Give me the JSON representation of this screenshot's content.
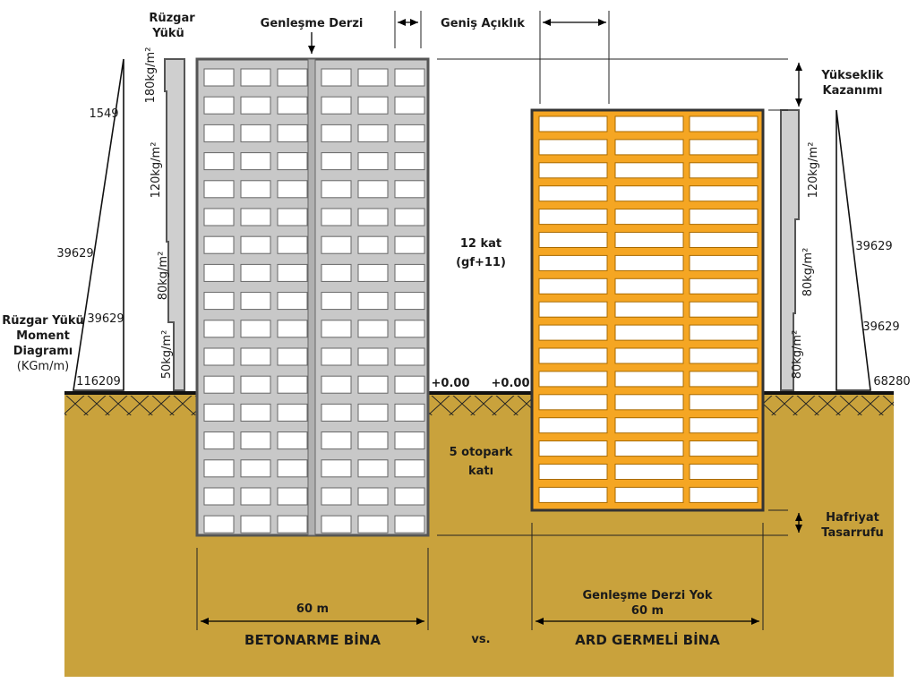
{
  "labels": {
    "wind_load_line1": "Rüzgar",
    "wind_load_line2": "Yükü",
    "expansion_joint": "Genleşme Derzi",
    "wide_span": "Geniş Açıklık",
    "height_gain_line1": "Yükseklik",
    "height_gain_line2": "Kazanımı",
    "moment_line1": "Rüzgar Yükü",
    "moment_line2": "Moment",
    "moment_line3": "Diagramı",
    "moment_line4": "(KGm/m)",
    "floors_line1": "12 kat",
    "floors_line2": "(gf+11)",
    "parking_line1": "5 otopark",
    "parking_line2": "katı",
    "excavation_line1": "Hafriyat",
    "excavation_line2": "Tasarrufu",
    "no_joint": "Genleşme Derzi Yok",
    "vs": "vs."
  },
  "left_building": {
    "name": "BETONARME BİNA",
    "width": "60 m",
    "color": "#c8c8c8",
    "window_color": "#ffffff",
    "outline": "#555555"
  },
  "right_building": {
    "name": "ARD GERMELİ BİNA",
    "width": "60 m",
    "color": "#f5a623",
    "window_color": "#ffffff",
    "outline": "#333333"
  },
  "ground": {
    "color": "#c9a23c",
    "level_left": "+0.00",
    "level_right": "+0.00"
  },
  "left_wind": {
    "load_top": "180kg/m²",
    "load_mid": "120kg/m²",
    "load_low": "80kg/m²",
    "load_base": "50kg/m²",
    "moment_top": "1549",
    "moment_mid1": "39629",
    "moment_mid2": "39629",
    "moment_base": "116209"
  },
  "right_wind": {
    "load_top": "120kg/m²",
    "load_mid": "80kg/m²",
    "load_base": "80kg/m²",
    "moment_mid1": "39629",
    "moment_mid2": "39629",
    "moment_base": "68280"
  }
}
